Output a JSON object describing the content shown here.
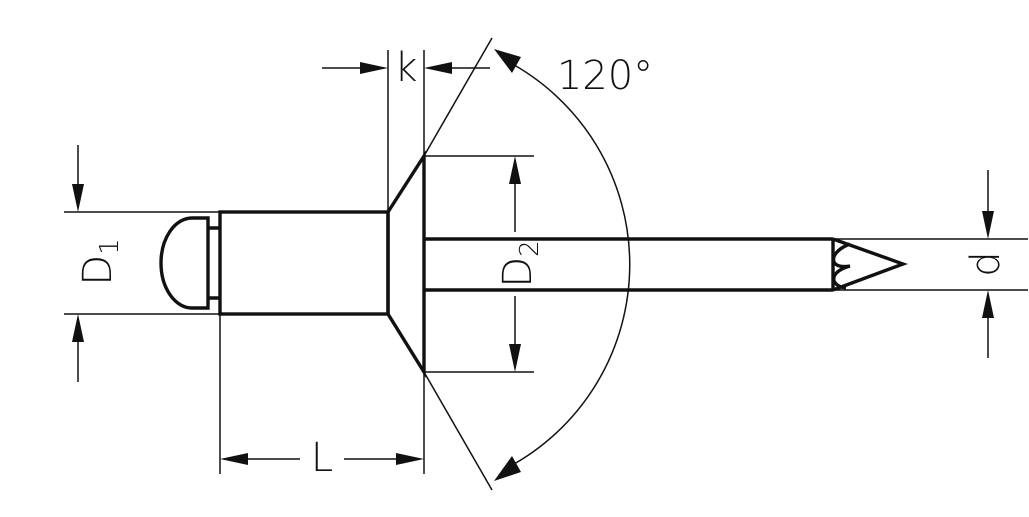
{
  "labels": {
    "k": "k",
    "angle": "120°",
    "D1_main": "D",
    "D1_sub": "1",
    "D2_main": "D",
    "D2_sub": "2",
    "d": "d",
    "L": "L"
  },
  "colors": {
    "line": "#111111",
    "background": "#ffffff"
  }
}
